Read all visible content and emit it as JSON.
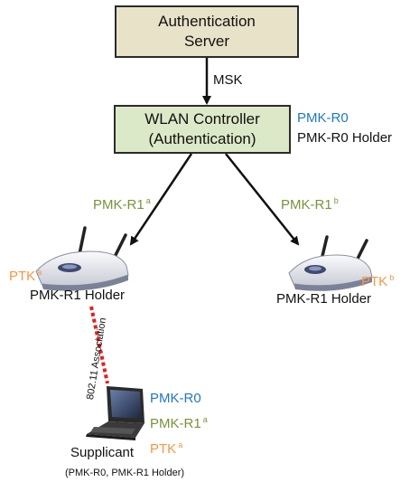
{
  "nodes": {
    "auth_server": {
      "line1": "Authentication",
      "line2": "Server"
    },
    "wlan_controller": {
      "line1": "WLAN Controller",
      "line2": "(Authentication)"
    }
  },
  "edges": {
    "msk": "MSK",
    "assoc": "802.11 Association"
  },
  "labels": {
    "controller_pmk_r0": "PMK-R0",
    "controller_role": "PMK-R0 Holder",
    "pmk_r1_a": "PMK-R1",
    "pmk_r1_a_sup": "a",
    "pmk_r1_b": "PMK-R1",
    "pmk_r1_b_sup": "b",
    "ap_a_ptk": "PTK",
    "ap_a_ptk_sup": "a",
    "ap_a_role": "PMK-R1 Holder",
    "ap_b_ptk": "PTK",
    "ap_b_ptk_sup": "b",
    "ap_b_role": "PMK-R1 Holder",
    "sup_pmk_r0": "PMK-R0",
    "sup_pmk_r1": "PMK-R1",
    "sup_pmk_r1_sup": "a",
    "sup_ptk": "PTK",
    "sup_ptk_sup": "a",
    "supplicant_name": "Supplicant",
    "supplicant_role": "(PMK-R0, PMK-R1 Holder)"
  },
  "colors": {
    "pmk_r0": "#1f78c1",
    "pmk_r1": "#77933c",
    "ptk": "#f79646",
    "association_link": "#e02020",
    "auth_server_fill": "#e8e2c9",
    "controller_fill": "#dce9c8"
  },
  "icons": {
    "access_point_a": "wireless-router-icon",
    "access_point_b": "wireless-router-icon",
    "supplicant": "laptop-icon"
  }
}
